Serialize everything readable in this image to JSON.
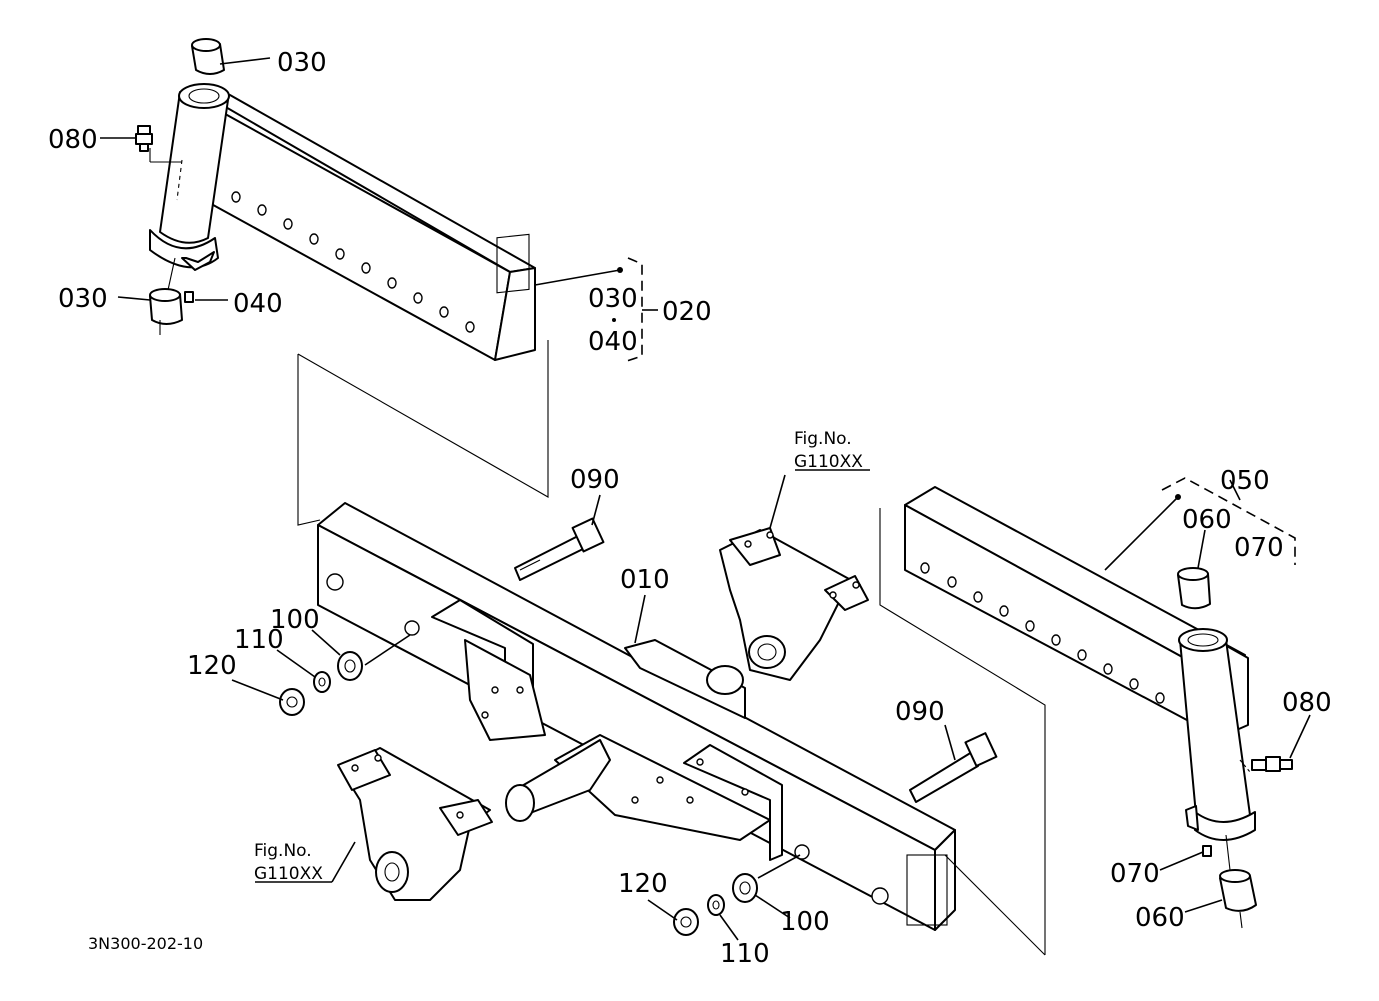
{
  "parts": {
    "p010": "010",
    "p020": "020",
    "p030_top": "030",
    "p030_bottom": "030",
    "p030_group": "030",
    "p040": "040",
    "p040_group": "040",
    "p050": "050",
    "p060_top": "060",
    "p060_bottom": "060",
    "p070_group": "070",
    "p070": "070",
    "p080_left": "080",
    "p080_right": "080",
    "p090_top": "090",
    "p090_right": "090",
    "p100_left": "100",
    "p100_right": "100",
    "p110_left": "110",
    "p110_right": "110",
    "p120_left": "120",
    "p120_right": "120"
  },
  "references": {
    "top": {
      "line1": "Fig.No.",
      "line2": "G110XX"
    },
    "bottom": {
      "line1": "Fig.No.",
      "line2": "G110XX"
    }
  },
  "drawing_number": "3N300-202-10"
}
